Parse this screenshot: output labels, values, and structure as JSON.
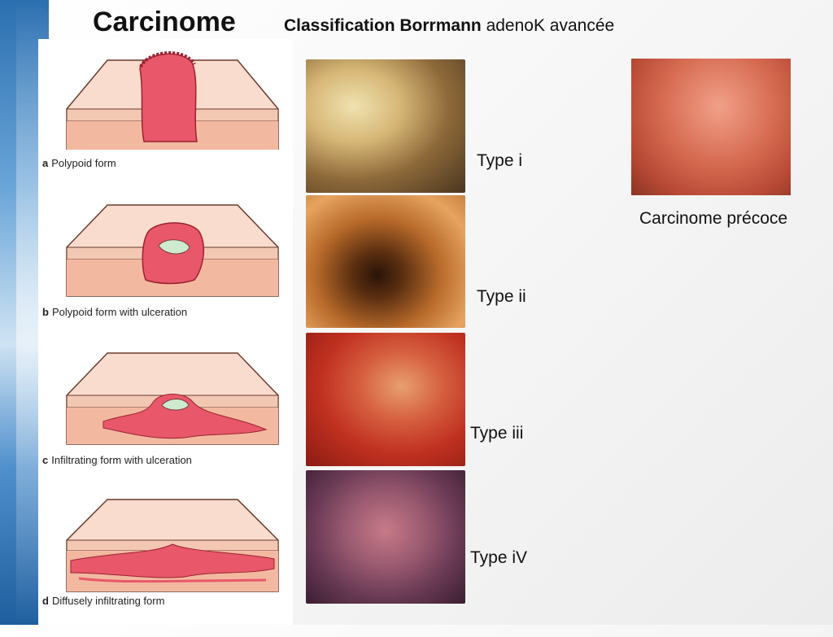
{
  "slide": {
    "title": "Carcinome",
    "subtitle_bold": "Classification Borrmann",
    "subtitle_rest": " adenoK avancée"
  },
  "diagrams": [
    {
      "letter": "a",
      "caption": "Polypoid form"
    },
    {
      "letter": "b",
      "caption": "Polypoid form with ulceration"
    },
    {
      "letter": "c",
      "caption": "Infiltrating form with ulceration"
    },
    {
      "letter": "d",
      "caption": "Diffusely infiltrating form"
    }
  ],
  "endoscopy_types": [
    {
      "label": "Type i"
    },
    {
      "label": "Type ii"
    },
    {
      "label": "Type iii"
    },
    {
      "label": "Type iV"
    }
  ],
  "early": {
    "caption": "Carcinome précoce"
  },
  "colors": {
    "mucosa_light": "#f9dccd",
    "mucosa_mid": "#f3b9a0",
    "tumor": "#e8586a",
    "ulcer": "#cdebcf"
  }
}
